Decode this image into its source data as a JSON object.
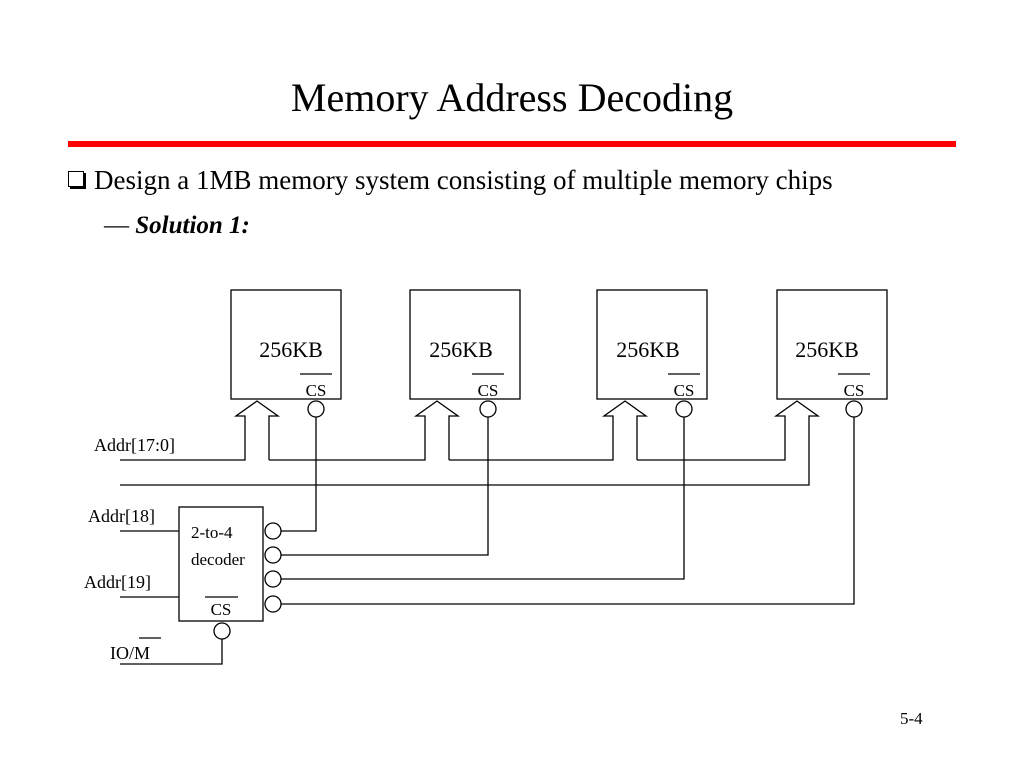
{
  "slide": {
    "title": "Memory Address Decoding",
    "bullet": "Design a 1MB memory system consisting of multiple memory chips",
    "sub_dash": "—",
    "sub_label": "Solution 1:",
    "page_number": "5-4"
  },
  "diagram": {
    "chips": [
      {
        "size": "256KB",
        "cs": "CS"
      },
      {
        "size": "256KB",
        "cs": "CS"
      },
      {
        "size": "256KB",
        "cs": "CS"
      },
      {
        "size": "256KB",
        "cs": "CS"
      }
    ],
    "decoder": {
      "line1": "2-to-4",
      "line2": "decoder",
      "cs": "CS"
    },
    "signals": {
      "addr_low": "Addr[17:0]",
      "addr18": "Addr[18]",
      "addr19": "Addr[19]",
      "iom": "IO/M"
    },
    "accent_color": "#ff0000"
  }
}
